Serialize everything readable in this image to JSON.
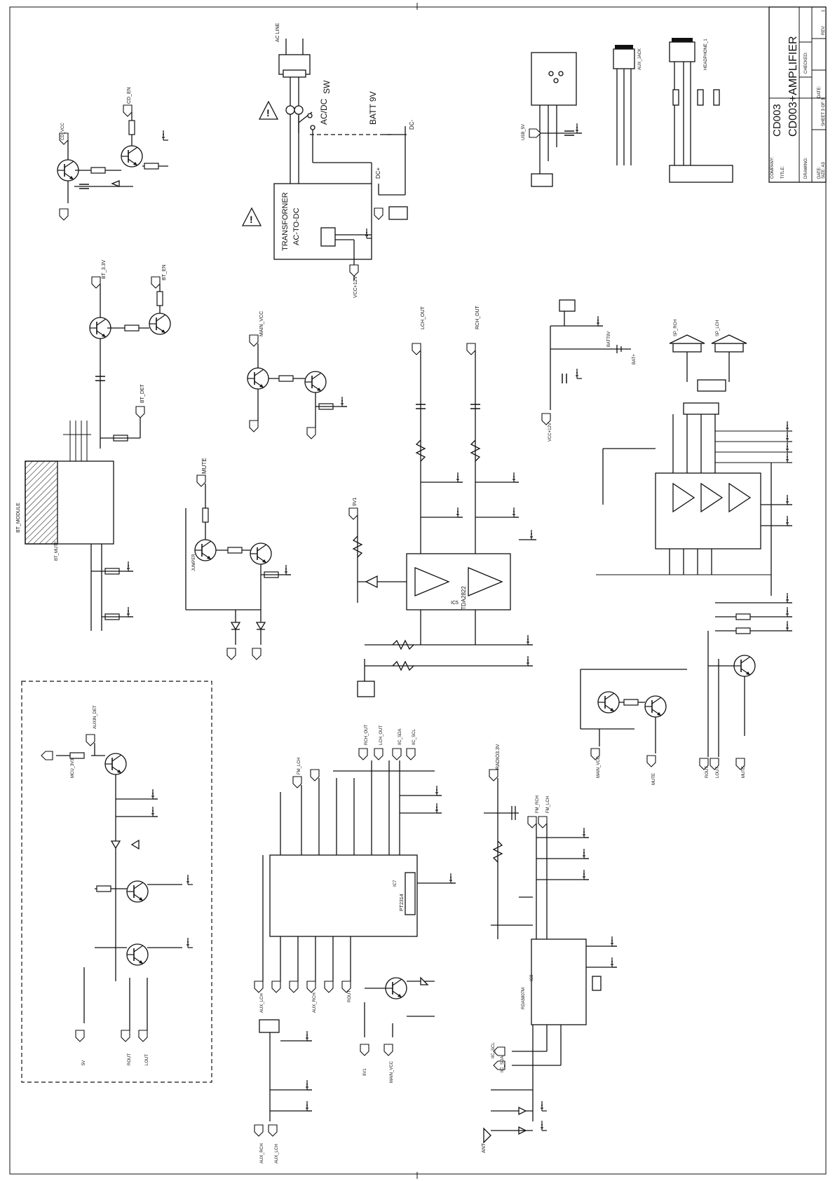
{
  "title_block": {
    "company_label": "COMPANY:",
    "title_label": "TITLE:",
    "drawing_label": "DRAWING:",
    "checked_label": "CHECKED:",
    "date_label": "DATE:",
    "size_label": "SIZE: A3",
    "sheet_label": "SHEET 3 OF 3",
    "rev_label": "REV:",
    "rev_value": "1",
    "model": "CD003",
    "title": "CD003+AMPLIFIER"
  },
  "labels": {
    "ac_line": "AC LINE",
    "batt": "BATT 9V",
    "acdc": "AC/DC",
    "sw": "SW",
    "transformer": "TRANSFORNER",
    "ac_to_dc": "AC-TO-DC",
    "dc_plus": "DC+",
    "dc_minus": "DC-",
    "vcc12": "VCC+12V",
    "bt_module": "BT_MODULE",
    "bt_3v": "BT_3.3V",
    "bt_en": "BT_EN",
    "bt_det": "BT_DET",
    "bt_mute": "BT_MUTE",
    "main_vcc": "MAIN_VCC",
    "mute": "MUTE",
    "jumper": "JUMPER",
    "lch_out": "LCH_OUT",
    "rch_out": "RCH_OUT",
    "tda": "TDA2822",
    "ic5": "IC5",
    "sp_rch": "SP_RCH",
    "sp_lch": "SP_LCH",
    "bat_plus": "BAT+",
    "batt_9v": "BATT9V",
    "usb_5v": "USB_5V",
    "radio_33v": "RADIO3.3V",
    "fm_rch": "FM_RCH",
    "fm_lch": "FM_LCH",
    "rda": "RDA5807M",
    "ic8": "IC8",
    "pt2314": "PT2314",
    "ic7": "IC7",
    "ant": "ANT",
    "iic_sda": "IIC_SDA",
    "iic_scl": "IIC_SCL",
    "aux_rch": "AUX_RCH",
    "aux_lch": "AUX_LCH",
    "aux_det": "AUXIN_DET",
    "mcu_3v": "MCU_3V3",
    "headphone": "HEADPHONE_1",
    "aux_jack": "AUX_JACK",
    "rout": "ROUT",
    "lout": "LOUT",
    "cd_vcc": "CD_VCC",
    "cd_en": "CD_EN",
    "v9": "9V1",
    "v5": "5V"
  }
}
